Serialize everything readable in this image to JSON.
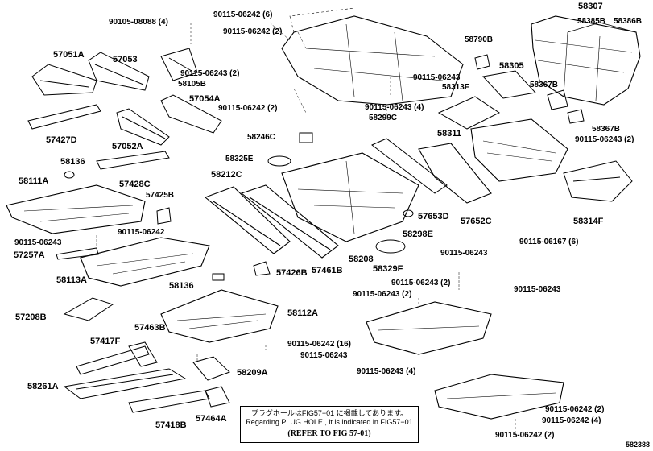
{
  "figure_id": "582388",
  "note": {
    "line1": "プラグホールはFIG57−01 に掲載してあります。",
    "line2": "Regarding PLUG HOLE , it is indicated in FIG57−01",
    "line3": "(REFER TO FIG 57-01)"
  },
  "labels": [
    "90105-08088 (4)",
    "90115-06242 (6)",
    "90115-06242 (2)",
    "58307",
    "58385B",
    "58386B",
    "57051A",
    "57053",
    "58790B",
    "90115-06243 (2)",
    "90115-06243",
    "58305",
    "58105B",
    "58313F",
    "58367B",
    "57054A",
    "90115-06242 (2)",
    "90115-06243 (4)",
    "58299C",
    "57427D",
    "57052A",
    "58246C",
    "58311",
    "58367B",
    "90115-06243 (2)",
    "58325E",
    "58136",
    "57428C",
    "58212C",
    "58111A",
    "57425B",
    "57653D",
    "57652C",
    "58314F",
    "90115-06243",
    "90115-06242",
    "58298E",
    "90115-06167 (6)",
    "57257A",
    "58208",
    "58329F",
    "58113A",
    "57426B",
    "57461B",
    "90115-06243",
    "58136",
    "90115-06243 (2)",
    "90115-06243 (2)",
    "90115-06243",
    "57208B",
    "58112A",
    "57463B",
    "57417F",
    "90115-06242 (16)",
    "90115-06243",
    "58209A",
    "58261A",
    "90115-06243 (4)",
    "57418B",
    "57464A",
    "90115-06242 (2)",
    "90115-06242 (4)",
    "90115-06242 (2)"
  ]
}
